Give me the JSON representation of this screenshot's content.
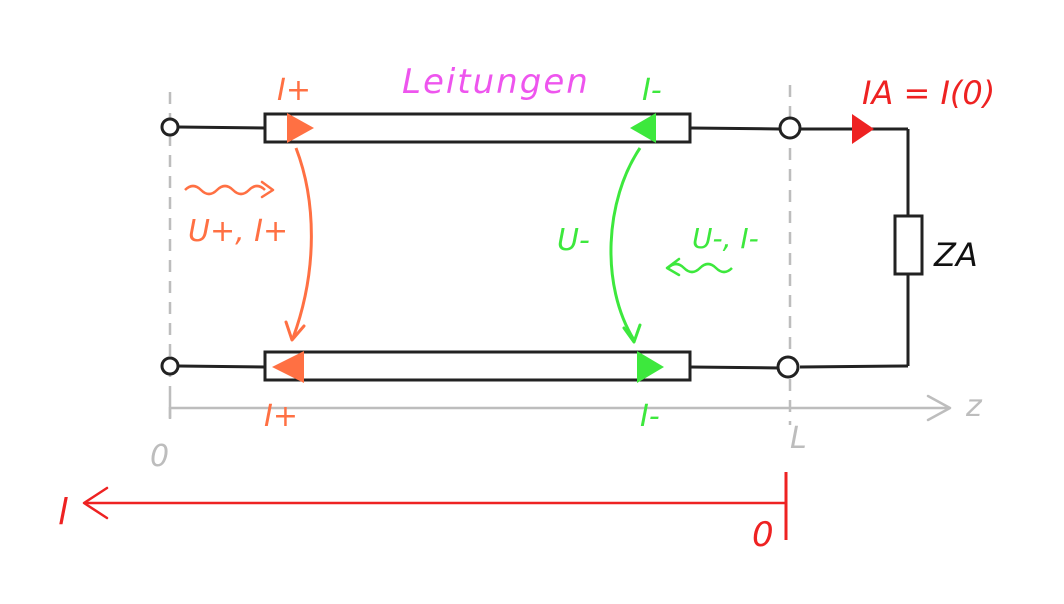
{
  "labels": {
    "title": "Leitungen",
    "i_plus_top": "I+",
    "i_minus_top": "I-",
    "i_load": "IA = I(0)",
    "wave_forward": "U+, I+",
    "voltage_minus": "U-",
    "wave_backward": "U-, I-",
    "impedance": "ZA",
    "i_plus_bottom": "I+",
    "i_minus_bottom": "I-",
    "axis_z_zero": "0",
    "axis_z_L": "L",
    "axis_z_name": "z",
    "axis_l_name": "l",
    "axis_l_zero": "0"
  },
  "colors": {
    "forward": "#ff7043",
    "backward": "#3de83d",
    "title": "#ee55ee",
    "load": "#ee2222",
    "axis": "#bdbdbd",
    "wire": "#222222"
  }
}
